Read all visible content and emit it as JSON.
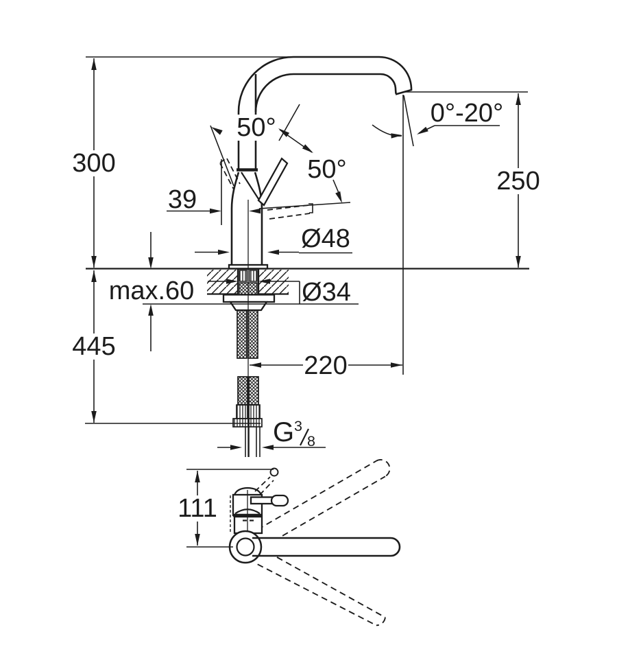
{
  "meta": {
    "title": "Kitchen faucet installation dimension drawing"
  },
  "colors": {
    "ink": "#1c1c1c",
    "paper": "#ffffff"
  },
  "views": {
    "front": {
      "height_above_counter": "300",
      "spout_outlet_height": "250",
      "outlet_swivel_angle": "0°-20°",
      "lever_angle_side": "50°",
      "lever_angle_front": "50°",
      "lever_offset": "39",
      "body_diameter": "Ø48",
      "max_counter_thickness": "max.60",
      "mounting_hole_diameter": "Ø34",
      "height_below_counter": "445",
      "spout_reach": "220",
      "thread_letter": "G",
      "thread_numerator": "3",
      "thread_denominator": "8"
    },
    "top": {
      "lever_depth": "111"
    }
  }
}
